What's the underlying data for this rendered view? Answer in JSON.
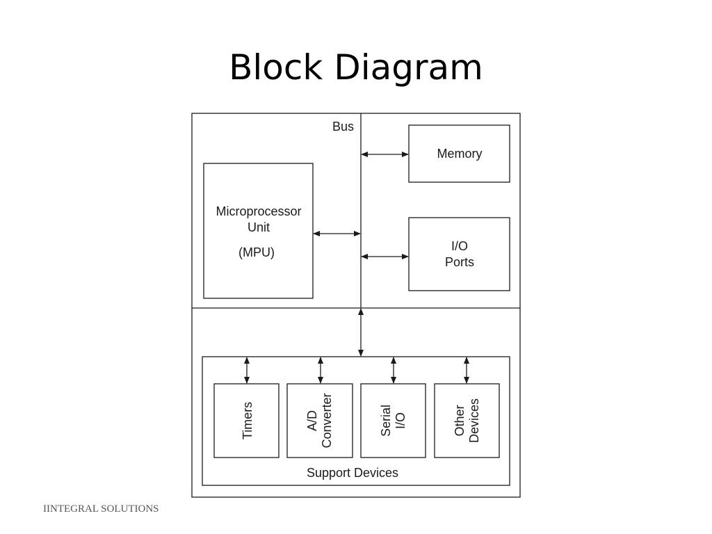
{
  "slide": {
    "title": "Block Diagram",
    "footer": "IINTEGRAL SOLUTIONS"
  },
  "diagram": {
    "bus_label": "Bus",
    "memory": "Memory",
    "io_ports": [
      "I/O",
      "Ports"
    ],
    "mpu": [
      "Microprocessor",
      "Unit",
      "(MPU)"
    ],
    "support_devices": "Support Devices",
    "devices": [
      {
        "lines": [
          "Timers"
        ]
      },
      {
        "lines": [
          "A/D",
          "Converter"
        ]
      },
      {
        "lines": [
          "Serial",
          "I/O"
        ]
      },
      {
        "lines": [
          "Other",
          "Devices"
        ]
      }
    ]
  }
}
